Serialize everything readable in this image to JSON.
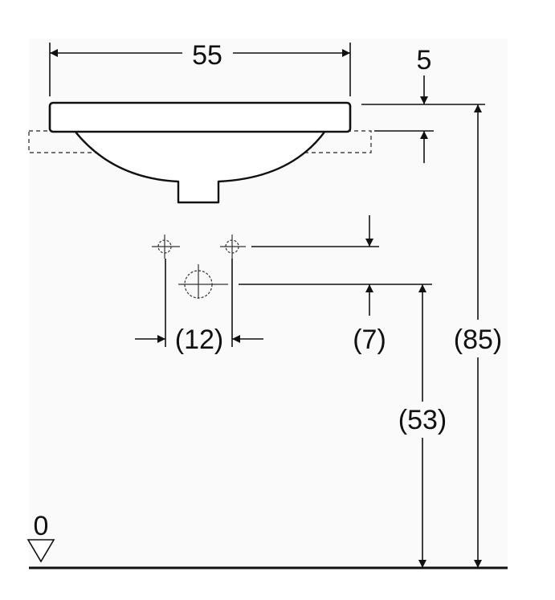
{
  "dimensions": {
    "width": "55",
    "rim_thickness": "5",
    "tap_spacing": "(12)",
    "tap_to_drain": "(7)",
    "drain_height": "(53)",
    "total_height": "(85)",
    "floor_level": "0"
  }
}
